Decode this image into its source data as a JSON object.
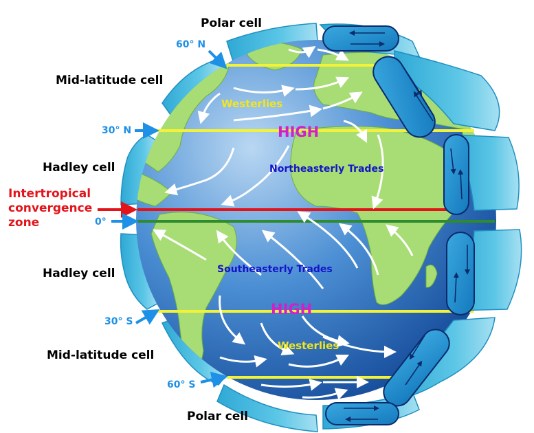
{
  "labels": {
    "polar_cell_north": "Polar cell",
    "mid_latitude_cell_north": "Mid-latitude cell",
    "hadley_cell_north": "Hadley cell",
    "hadley_cell_south": "Hadley cell",
    "mid_latitude_cell_south": "Mid-latitude cell",
    "polar_cell_south": "Polar cell",
    "itcz_line1": "Intertropical",
    "itcz_line2": "convergence",
    "itcz_line3": "zone",
    "lat_60n": "60° N",
    "lat_30n": "30° N",
    "lat_0": "0°",
    "lat_30s": "30° S",
    "lat_60s": "60° S",
    "westerlies_north": "Westerlies",
    "westerlies_south": "Westerlies",
    "northeasterly_trades": "Northeasterly Trades",
    "southeasterly_trades": "Southeasterly Trades",
    "high_north": "HIGH",
    "high_south": "HIGH"
  },
  "colors": {
    "ocean_dark": "#0f4fa8",
    "ocean_light": "#9cc4ec",
    "land": "#a8dc74",
    "cell_band": "#3fb7da",
    "cell_loop": "#1a8fca",
    "cell_arrow": "#0a2a6b",
    "latitude_line": "#f2f238",
    "itcz_line": "#e3131a",
    "equator_line": "#2e8b2e",
    "label_latitude": "#1e90e6",
    "label_itcz": "#e3131a",
    "label_high": "#d21fc8",
    "label_westerlies": "#f2e61c",
    "label_trades": "#1414c8"
  },
  "icons": [
    "latitude-pointer-arrow-icon",
    "wind-arrow-icon",
    "circulation-loop-arrow-icon"
  ]
}
